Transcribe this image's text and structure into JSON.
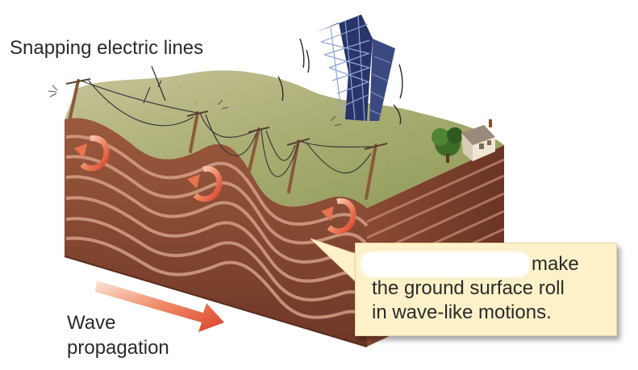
{
  "labels": {
    "snapping_lines": "Snapping electric lines",
    "wave_line1": "Wave",
    "wave_line2": "propagation"
  },
  "callout": {
    "line1": "make",
    "line2": "the ground surface roll",
    "line3": "in wave-like motions."
  },
  "colors": {
    "earth_dark": "#8a4a32",
    "earth_light": "#c99078",
    "grass": "#b9b983",
    "arrow": "#e8734f",
    "tower": "#27356a",
    "callout_bg": "#fdf1c9"
  }
}
